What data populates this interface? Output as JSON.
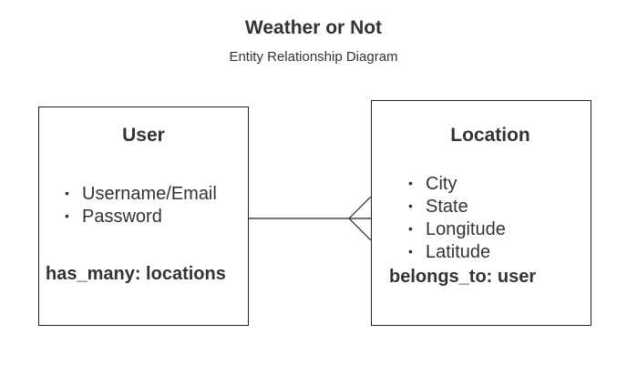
{
  "diagram": {
    "title": "Weather or Not",
    "subtitle": "Entity Relationship Diagram"
  },
  "entities": {
    "user": {
      "name": "User",
      "attributes": [
        "Username/Email",
        "Password"
      ],
      "relation": "has_many: locations"
    },
    "location": {
      "name": "Location",
      "attributes": [
        "City",
        "State",
        "Longitude",
        "Latitude"
      ],
      "relation": "belongs_to: user"
    }
  },
  "relationship": {
    "from": "User",
    "to": "Location",
    "notation": "crow's foot (one-to-many)"
  },
  "colors": {
    "text": "#333333",
    "line": "#222222",
    "background": "#ffffff"
  }
}
